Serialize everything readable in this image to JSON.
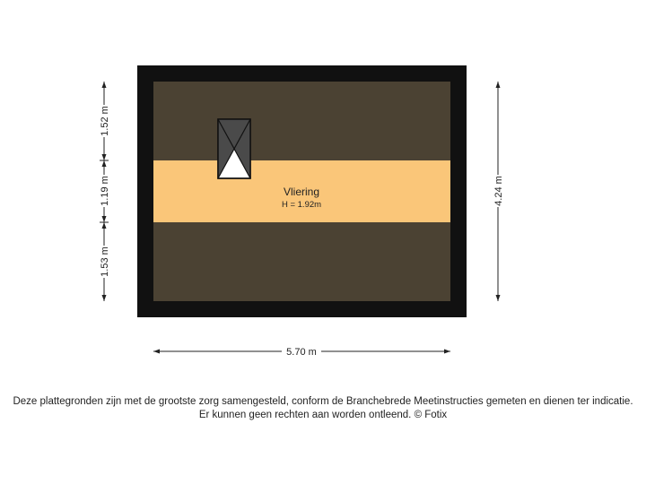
{
  "room": {
    "name": "Vliering",
    "height_label": "H = 1.92m"
  },
  "dimensions": {
    "left_top": "1.52 m",
    "left_middle": "1.19 m",
    "left_bottom": "1.53 m",
    "right_total": "4.24 m",
    "bottom_width": "5.70 m"
  },
  "disclaimer": {
    "line1": "Deze plattegronden zijn met de grootste zorg samengesteld, conform de Branchebrede Meetinstructies gemeten en dienen ter indicatie.",
    "line2": "Er kunnen geen rechten aan worden ontleend. © Fotix"
  },
  "colors": {
    "wall": "#111111",
    "roof_area": "#4b4233",
    "standing_height_area": "#fac679",
    "hatch_dark": "#4a4a4a",
    "dimension_line": "#222222"
  }
}
